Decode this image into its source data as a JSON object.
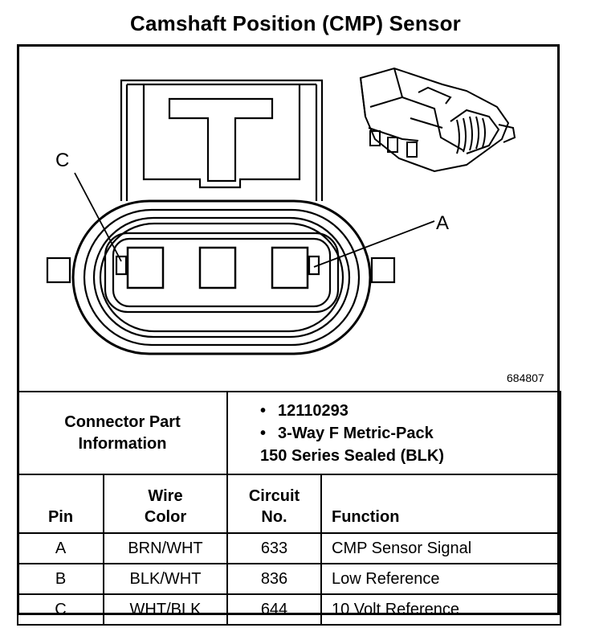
{
  "title": "Camshaft Position (CMP) Sensor",
  "figure": {
    "pin_labels": {
      "c": "C",
      "a": "A"
    },
    "part_number": "684807"
  },
  "connector": {
    "label_line1": "Connector Part",
    "label_line2": "Information",
    "items": [
      "12110293",
      "3-Way F Metric-Pack",
      "150 Series Sealed (BLK)"
    ]
  },
  "pin_table": {
    "headers": {
      "pin": "Pin",
      "wire_color_line1": "Wire",
      "wire_color_line2": "Color",
      "circuit_line1": "Circuit",
      "circuit_line2": "No.",
      "function": "Function"
    },
    "rows": [
      {
        "pin": "A",
        "wire_color": "BRN/WHT",
        "circuit": "633",
        "function": "CMP Sensor Signal"
      },
      {
        "pin": "B",
        "wire_color": "BLK/WHT",
        "circuit": "836",
        "function": "Low Reference"
      },
      {
        "pin": "C",
        "wire_color": "WHT/BLK",
        "circuit": "644",
        "function": "10 Volt Reference"
      }
    ]
  }
}
